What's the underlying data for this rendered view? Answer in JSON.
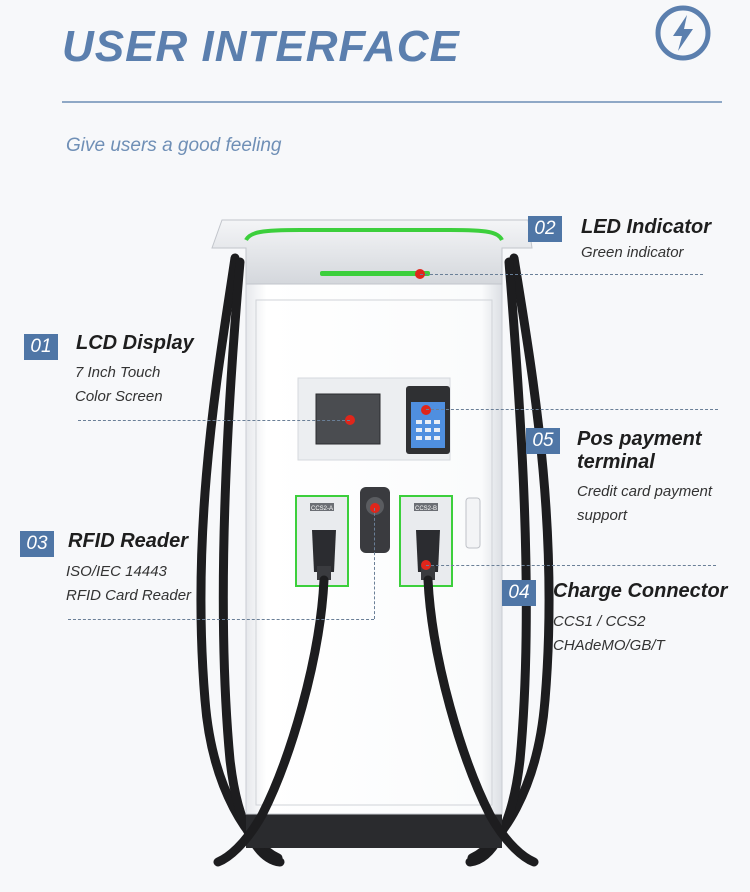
{
  "header": {
    "title": "USER INTERFACE",
    "subtitle": "Give users a good feeling"
  },
  "icons": {
    "logo": "lightning-bolt-icon"
  },
  "colors": {
    "accent": "#5b7fae",
    "badge": "#4f76a6",
    "led": "#3ccf3c",
    "hotspot": "#e0261b"
  },
  "charger_labels": {
    "port_a": "CCS2-A",
    "port_b": "CCS2-B"
  },
  "callouts": [
    {
      "num": "01",
      "title": "LCD Display",
      "desc1": "7 Inch Touch",
      "desc2": "Color Screen"
    },
    {
      "num": "02",
      "title": "LED Indicator",
      "desc1": "Green indicator",
      "desc2": ""
    },
    {
      "num": "03",
      "title": "RFID Reader",
      "desc1": "ISO/IEC 14443",
      "desc2": "RFID Card Reader"
    },
    {
      "num": "04",
      "title": "Charge Connector",
      "desc1": "CCS1 / CCS2",
      "desc2": "CHAdeMO/GB/T"
    },
    {
      "num": "05",
      "title": "Pos payment",
      "title2": "terminal",
      "desc1": "Credit card payment",
      "desc2": "support"
    }
  ]
}
